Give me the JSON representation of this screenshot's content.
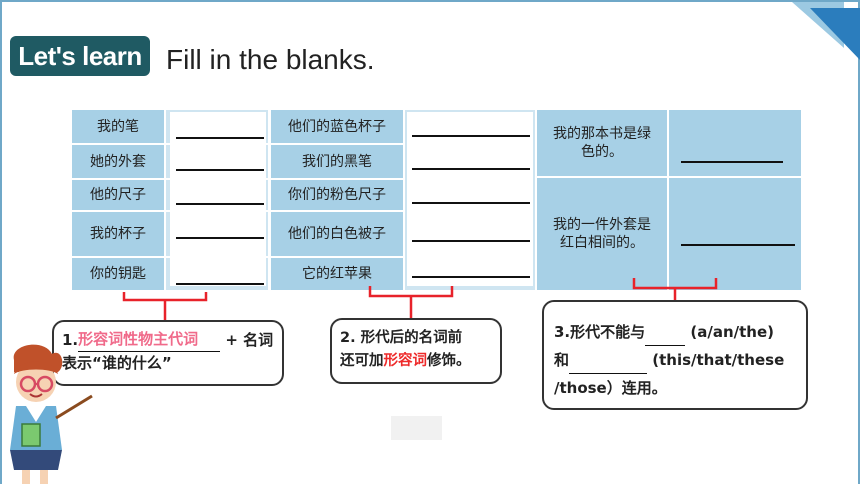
{
  "header": {
    "badge": "Let's learn",
    "title": "Fill in the blanks."
  },
  "table": {
    "col1": [
      "我的笔",
      "她的外套",
      "他的尺子",
      "我的杯子",
      "你的钥匙"
    ],
    "col2": [
      "他们的蓝色杯子",
      "我们的黑笔",
      "你们的粉色尺子",
      "他们的白色被子",
      "它的红苹果"
    ],
    "col3": [
      "我的那本书是绿色的。",
      "我的一件外套是红白相间的。"
    ]
  },
  "notes": {
    "n1_num": "1.",
    "n1_fill": "形容词性物主代词",
    "n1_plus": "+ 名词",
    "n1_line2": "表示“谁的什么”",
    "n2_line1": "2. 形代后的名词前",
    "n2_pre": "还可加",
    "n2_red": "形容词",
    "n2_post": "修饰。",
    "n3_line1": "3.形代不能与",
    "n3_opt1": "(a/an/the)",
    "n3_line2a": "和",
    "n3_opt2": "(this/that/these",
    "n3_line3": "/those）连用。"
  },
  "colors": {
    "cell": "#a7d0e6",
    "badge": "#1f5a63",
    "bracket": "#e8222a",
    "accent_red": "#ee2a2a",
    "accent_pink": "#f06a8a"
  }
}
